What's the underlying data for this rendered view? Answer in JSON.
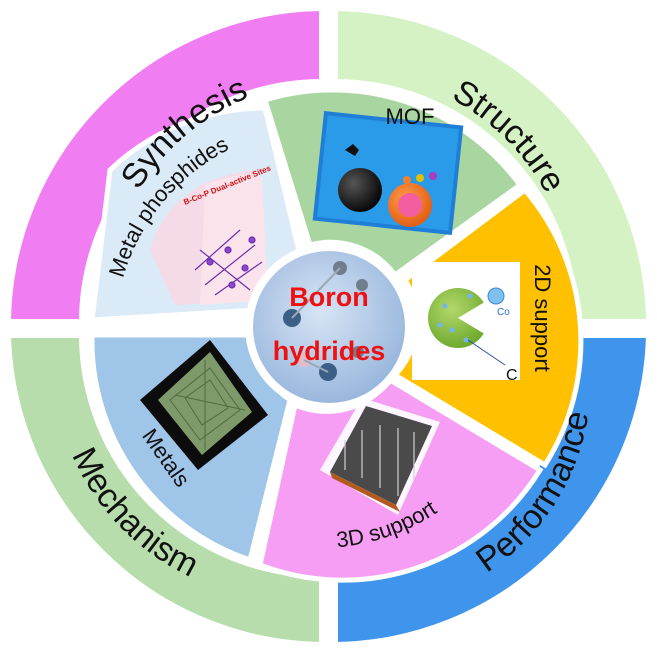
{
  "center": {
    "line1": "Boron",
    "line2": "hydrides"
  },
  "outer_ring": [
    {
      "label": "Synthesis",
      "color": "#f07df2"
    },
    {
      "label": "Structure",
      "color": "#d5f2c4"
    },
    {
      "label": "Performance",
      "color": "#3f95ec"
    },
    {
      "label": "Mechanism",
      "color": "#b6ddab"
    }
  ],
  "inner_ring": [
    {
      "label": "Metal phosphides",
      "color": "#dbeaf7"
    },
    {
      "label": "MOF",
      "color": "#a9d6a0"
    },
    {
      "label": "2D support",
      "color": "#ffc000"
    },
    {
      "label": "3D support",
      "color": "#f59ef3"
    },
    {
      "label": "Metals",
      "color": "#9fc6e9"
    }
  ],
  "inset_texts": {
    "phosphide_caption": "B-Co-P Dual-active Sites",
    "support_co": "Co",
    "support_c": "C"
  }
}
